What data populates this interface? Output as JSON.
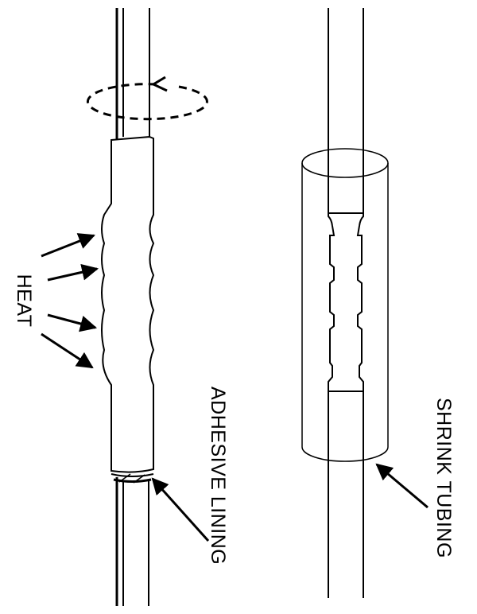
{
  "labels": {
    "heat": "HEAT",
    "adhesive_lining": "ADHESIVE LINING",
    "shrink_tubing": "SHRINK TUBING"
  },
  "colors": {
    "ink": "#000000",
    "background": "#ffffff"
  }
}
